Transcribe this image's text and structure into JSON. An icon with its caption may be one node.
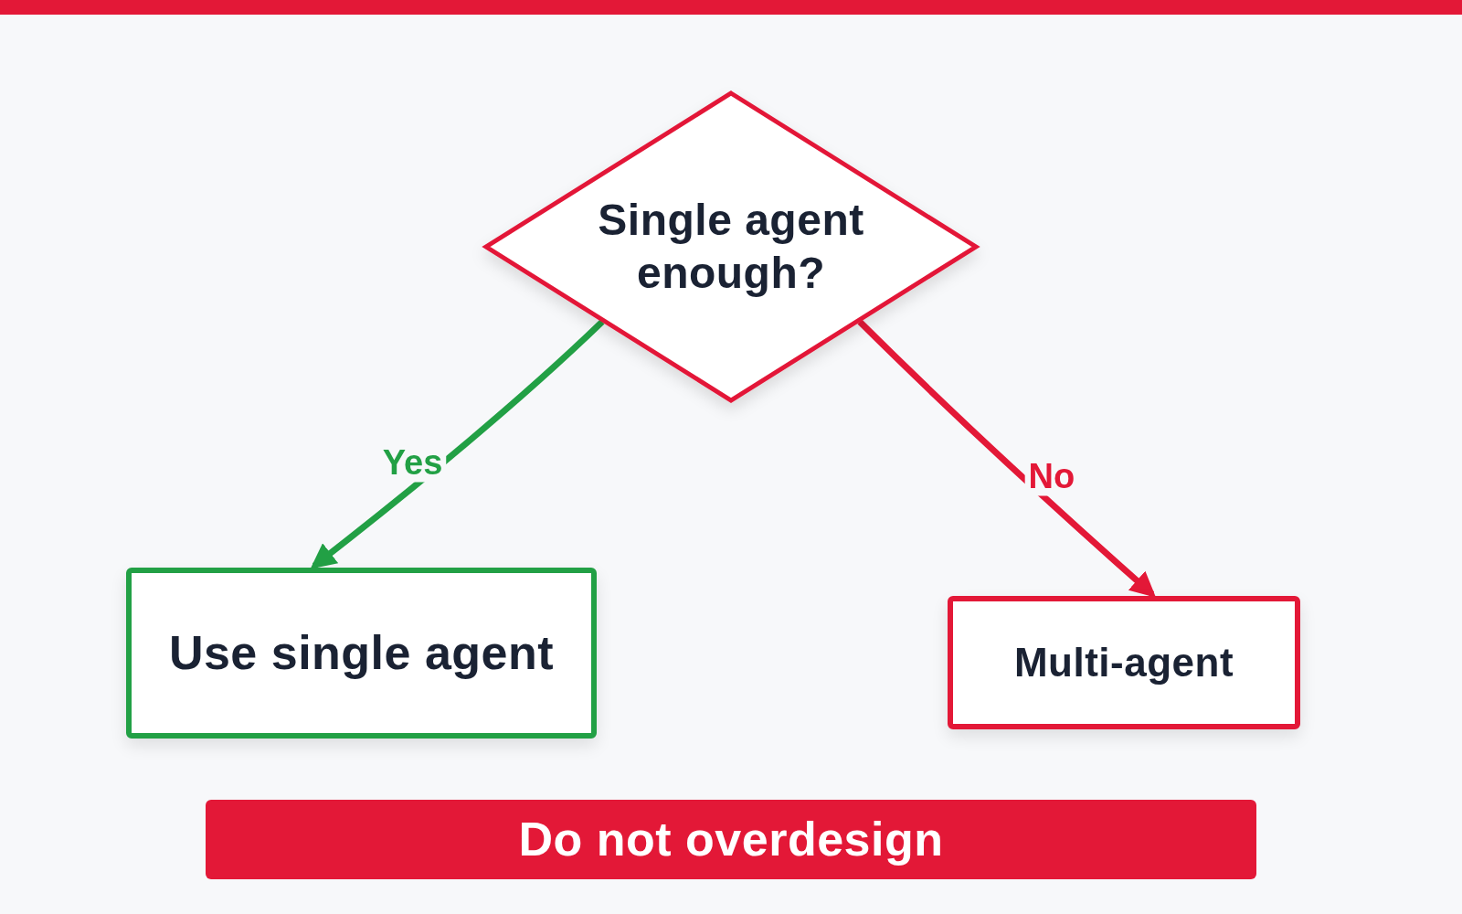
{
  "diagram": {
    "nodes": [
      {
        "text": [
          "Single agent enough?"
        ]
      },
      {
        "text": [
          "Use single agent"
        ]
      },
      {
        "text": [
          "Multi-agent"
        ]
      },
      {
        "text": [
          "Do not overdesign"
        ]
      }
    ],
    "edges": [
      {
        "from": 0,
        "to": 1,
        "arrow": "to",
        "label": "Yes",
        "color": "#22a045"
      },
      {
        "from": 0,
        "to": 2,
        "arrow": "to",
        "label": "No",
        "color": "#e31837"
      }
    ]
  }
}
